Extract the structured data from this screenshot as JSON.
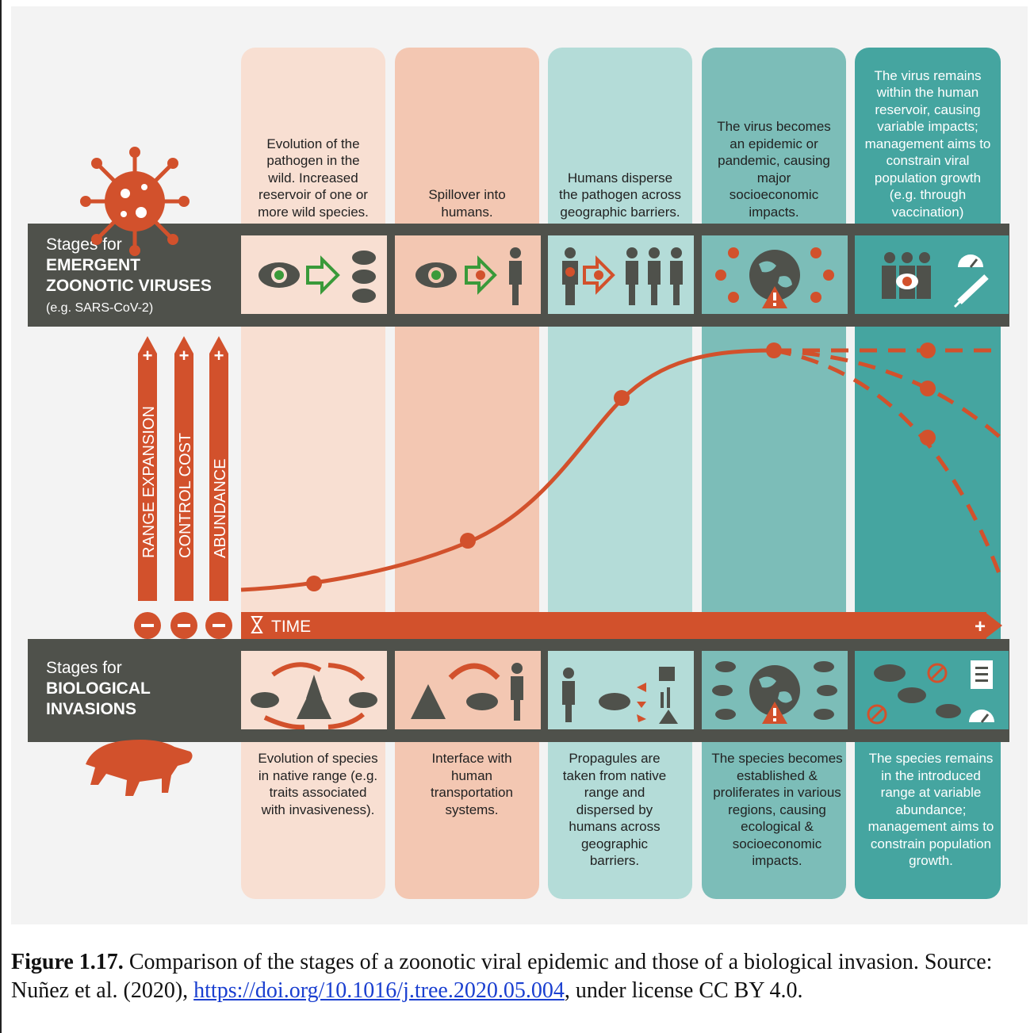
{
  "top_band": {
    "line1": "Stages for",
    "line2": "EMERGENT",
    "line3": "ZOONOTIC VIRUSES",
    "line4": "(e.g. SARS-CoV-2)"
  },
  "bottom_band": {
    "line1": "Stages for",
    "line2": "BIOLOGICAL",
    "line3": "INVASIONS"
  },
  "viral_stages": [
    "Evolution of the pathogen in the wild. Increased reservoir of one or more wild species.",
    "Spillover into humans.",
    "Humans disperse the pathogen across geographic barriers.",
    "The virus becomes an epidemic or pandemic, causing major socioeconomic impacts.",
    "The virus remains within the human reservoir, causing variable impacts; management aims to constrain viral population growth (e.g. through vaccination)"
  ],
  "invasion_stages": [
    "Evolution of species in native range (e.g. traits associated with invasiveness).",
    "Interface with human transportation systems.",
    "Propagules are taken from native range and dispersed by humans across geographic barriers.",
    "The species becomes established & proliferates in various regions, causing ecological & socioeconomic impacts.",
    "The species remains in the introduced range at variable abundance; management aims to constrain population growth."
  ],
  "axes": {
    "y_labels": [
      "RANGE EXPANSION",
      "CONTROL COST",
      "ABUNDANCE"
    ],
    "plus": "+",
    "minus": "-",
    "time_label": "TIME",
    "time_plus": "+"
  },
  "colors": {
    "orange": "#d2512c",
    "band": "#4f514b",
    "stage_fills": [
      "#f8dfd2",
      "#f3c7b2",
      "#b4dcd8",
      "#7cbdb8",
      "#45a5a0"
    ]
  },
  "caption": {
    "label": "Figure 1.17.",
    "text": " Comparison of the stages of a zoonotic viral epidemic and those of a biological invasion. Source: Nuñez et al. (2020), ",
    "link": "https://doi.org/10.1016/j.tree.2020.05.004",
    "suffix": ", under license CC BY 4.0."
  }
}
